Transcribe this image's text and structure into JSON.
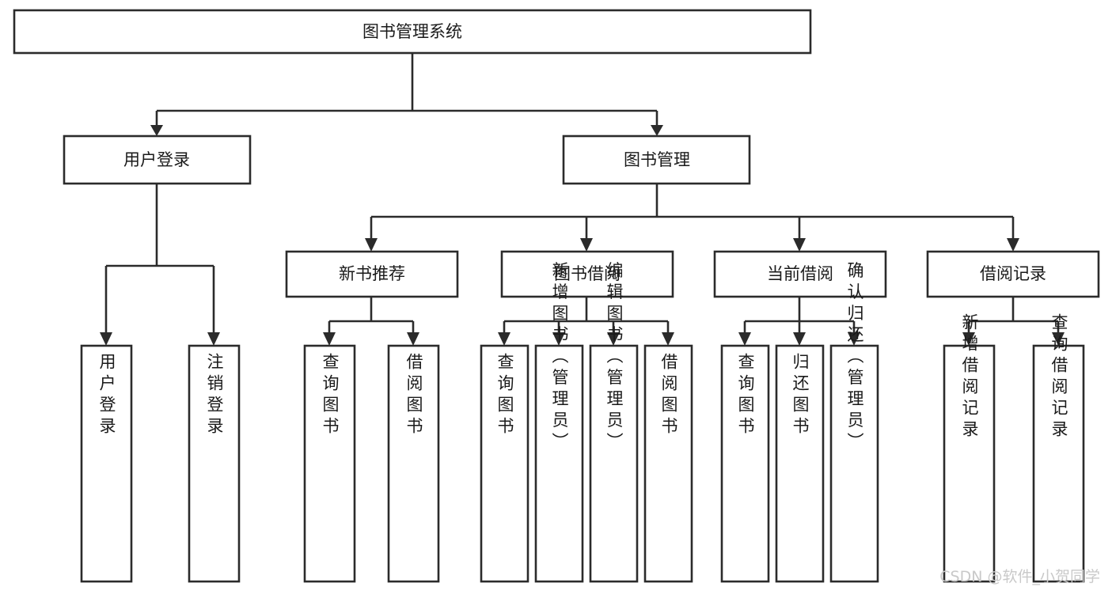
{
  "diagram": {
    "type": "tree",
    "title": "图书管理系统",
    "root": {
      "id": "root",
      "label": "图书管理系统"
    },
    "level2": [
      {
        "id": "user-login",
        "label": "用户登录"
      },
      {
        "id": "book-management",
        "label": "图书管理"
      }
    ],
    "level3": [
      {
        "id": "new-book-recommend",
        "label": "新书推荐",
        "parent": "book-management"
      },
      {
        "id": "book-borrow",
        "label": "图书借阅",
        "parent": "book-management"
      },
      {
        "id": "current-borrow",
        "label": "当前借阅",
        "parent": "book-management"
      },
      {
        "id": "borrow-record",
        "label": "借阅记录",
        "parent": "book-management"
      }
    ],
    "leaves": {
      "user-login": [
        {
          "id": "leaf-user-login",
          "label": "用户登录"
        },
        {
          "id": "leaf-user-logout",
          "label": "注销登录"
        }
      ],
      "new-book-recommend": [
        {
          "id": "leaf-query-book-1",
          "label": "查询图书"
        },
        {
          "id": "leaf-borrow-book-1",
          "label": "借阅图书"
        }
      ],
      "book-borrow": [
        {
          "id": "leaf-query-book-2",
          "label": "查询图书"
        },
        {
          "id": "leaf-add-book",
          "label": "新增图书（管理员）"
        },
        {
          "id": "leaf-edit-book",
          "label": "编辑图书（管理员）"
        },
        {
          "id": "leaf-borrow-book-2",
          "label": "借阅图书"
        }
      ],
      "current-borrow": [
        {
          "id": "leaf-query-book-3",
          "label": "查询图书"
        },
        {
          "id": "leaf-return-book",
          "label": "归还图书"
        },
        {
          "id": "leaf-confirm-return",
          "label": "确认归还（管理员）"
        }
      ],
      "borrow-record": [
        {
          "id": "leaf-add-record",
          "label": "新增借阅记录"
        },
        {
          "id": "leaf-query-record",
          "label": "查询借阅记录"
        }
      ]
    },
    "colors": {
      "box_stroke": "#2b2b2b",
      "box_fill": "#ffffff",
      "text": "#1a1a1a",
      "connector": "#2b2b2b",
      "watermark": "#c9c9c9",
      "background": "#ffffff"
    }
  },
  "watermark": {
    "text": "CSDN @软件_小贺同学"
  }
}
